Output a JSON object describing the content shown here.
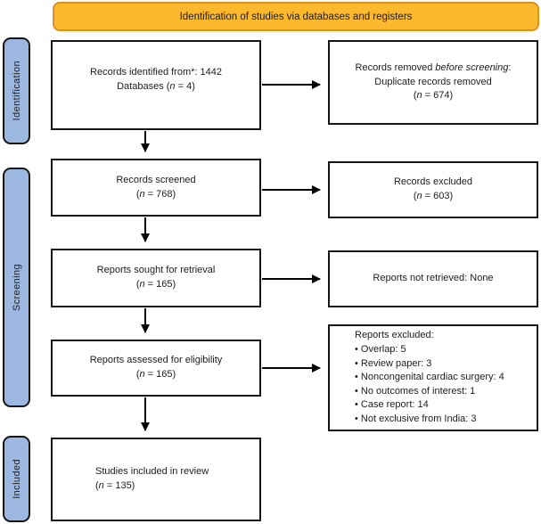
{
  "colors": {
    "banner_fill": "#FDB92D",
    "banner_border": "#DD9123",
    "stage_fill": "#9DB8E0",
    "box_border": "#161616",
    "arrow": "#000000"
  },
  "banner": {
    "label": "Identification of studies via databases and registers"
  },
  "stages": [
    {
      "label": "Identification"
    },
    {
      "label": "Screening"
    },
    {
      "label": "Included"
    }
  ],
  "boxes": {
    "records_identified": {
      "line1": "Records identified from*: 1442",
      "line2_pre": "Databases (",
      "line2_n": "n",
      "line2_post": " = 4)"
    },
    "records_removed": {
      "line1_pre": "Records removed ",
      "line1_italic": "before screening",
      "line1_post": ":",
      "line2": "Duplicate records removed",
      "line3_pre": "(",
      "line3_n": "n",
      "line3_post": " = 674)"
    },
    "records_screened": {
      "line1": "Records screened",
      "line2_pre": "(",
      "line2_n": "n",
      "line2_post": " = 768)"
    },
    "records_excluded": {
      "line1": "Records excluded",
      "line2_pre": "(",
      "line2_n": "n",
      "line2_post": " = 603)"
    },
    "reports_sought": {
      "line1": "Reports sought for retrieval",
      "line2_pre": "(",
      "line2_n": "n",
      "line2_post": " = 165)"
    },
    "reports_not_retrieved": {
      "line1": "Reports not retrieved: None"
    },
    "reports_assessed": {
      "line1": "Reports assessed for eligibility",
      "line2_pre": "(",
      "line2_n": "n",
      "line2_post": " = 165)"
    },
    "reports_excluded": {
      "title": "Reports excluded:",
      "items": [
        "• Overlap: 5",
        "• Review paper: 3",
        "• Noncongenital cardiac surgery: 4",
        "• No outcomes of interest: 1",
        "• Case report: 14",
        "• Not exclusive from India: 3"
      ]
    },
    "studies_included": {
      "line1": "Studies included in review",
      "line2_pre": "(",
      "line2_n": "n",
      "line2_post": " = 135)"
    }
  }
}
